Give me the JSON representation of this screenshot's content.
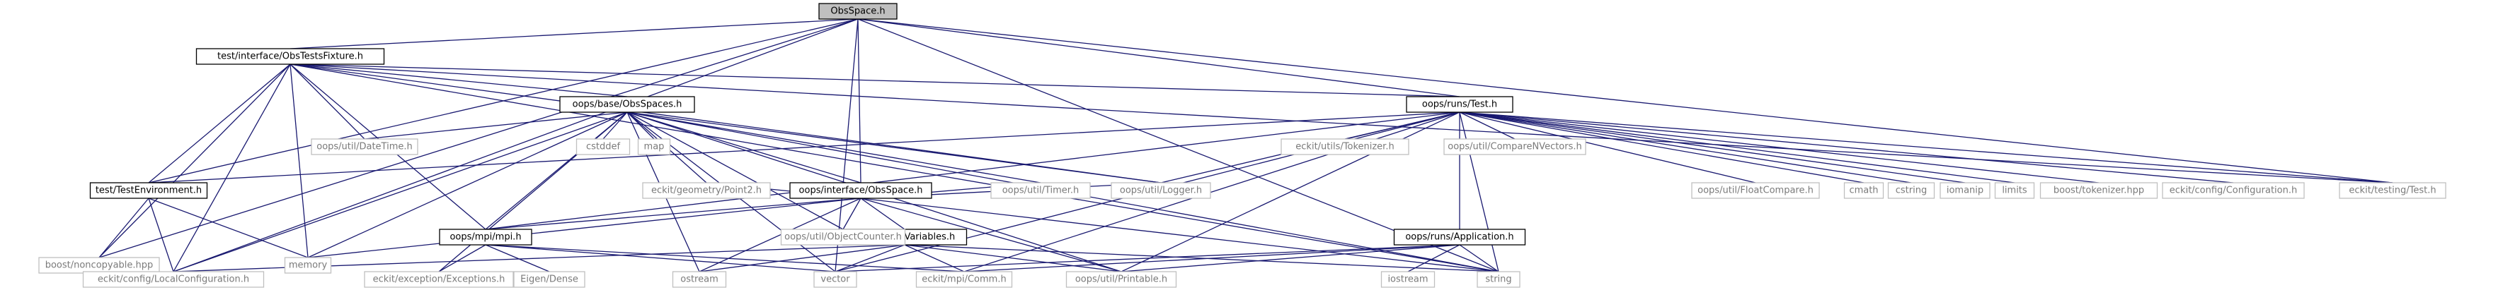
{
  "diagram": {
    "nodes": [
      {
        "id": "obsspace_h",
        "label": "ObsSpace.h",
        "kind": "root"
      },
      {
        "id": "obstestsfixture",
        "label": "test/interface/ObsTestsFixture.h",
        "kind": "internal"
      },
      {
        "id": "runs_test",
        "label": "oops/runs/Test.h",
        "kind": "internal"
      },
      {
        "id": "base_obsspaces",
        "label": "oops/base/ObsSpaces.h",
        "kind": "internal"
      },
      {
        "id": "testenvironment",
        "label": "test/TestEnvironment.h",
        "kind": "internal"
      },
      {
        "id": "interface_obsspace",
        "label": "oops/interface/ObsSpace.h",
        "kind": "internal"
      },
      {
        "id": "mpi_h",
        "label": "oops/mpi/mpi.h",
        "kind": "internal"
      },
      {
        "id": "variables_h",
        "label": "oops/base/Variables.h",
        "kind": "internal"
      },
      {
        "id": "application_h",
        "label": "oops/runs/Application.h",
        "kind": "internal"
      },
      {
        "id": "boost_noncopyable",
        "label": "boost/noncopyable.hpp",
        "kind": "leaf"
      },
      {
        "id": "memory",
        "label": "memory",
        "kind": "leaf"
      },
      {
        "id": "localconfiguration",
        "label": "eckit/config/LocalConfiguration.h",
        "kind": "leaf"
      },
      {
        "id": "datetime",
        "label": "oops/util/DateTime.h",
        "kind": "leaf"
      },
      {
        "id": "cstddef",
        "label": "cstddef",
        "kind": "leaf"
      },
      {
        "id": "map",
        "label": "map",
        "kind": "leaf"
      },
      {
        "id": "exceptions",
        "label": "eckit/exception/Exceptions.h",
        "kind": "leaf"
      },
      {
        "id": "point2",
        "label": "eckit/geometry/Point2.h",
        "kind": "leaf"
      },
      {
        "id": "objectcounter",
        "label": "oops/util/ObjectCounter.h",
        "kind": "leaf"
      },
      {
        "id": "timer",
        "label": "oops/util/Timer.h",
        "kind": "leaf"
      },
      {
        "id": "logger",
        "label": "oops/util/Logger.h",
        "kind": "leaf"
      },
      {
        "id": "eigen_dense",
        "label": "Eigen/Dense",
        "kind": "leaf"
      },
      {
        "id": "ostream",
        "label": "ostream",
        "kind": "leaf"
      },
      {
        "id": "vector",
        "label": "vector",
        "kind": "leaf"
      },
      {
        "id": "mpi_comm",
        "label": "eckit/mpi/Comm.h",
        "kind": "leaf"
      },
      {
        "id": "printable",
        "label": "oops/util/Printable.h",
        "kind": "leaf"
      },
      {
        "id": "string",
        "label": "string",
        "kind": "leaf"
      },
      {
        "id": "iostream",
        "label": "iostream",
        "kind": "leaf"
      },
      {
        "id": "tokenizer_h",
        "label": "eckit/utils/Tokenizer.h",
        "kind": "leaf"
      },
      {
        "id": "comparenvectors",
        "label": "oops/util/CompareNVectors.h",
        "kind": "leaf"
      },
      {
        "id": "floatcompare",
        "label": "oops/util/FloatCompare.h",
        "kind": "leaf"
      },
      {
        "id": "cmath",
        "label": "cmath",
        "kind": "leaf"
      },
      {
        "id": "cstring",
        "label": "cstring",
        "kind": "leaf"
      },
      {
        "id": "iomanip",
        "label": "iomanip",
        "kind": "leaf"
      },
      {
        "id": "limits",
        "label": "limits",
        "kind": "leaf"
      },
      {
        "id": "boost_tokenizer",
        "label": "boost/tokenizer.hpp",
        "kind": "leaf"
      },
      {
        "id": "eckit_configuration",
        "label": "eckit/config/Configuration.h",
        "kind": "leaf"
      },
      {
        "id": "eckit_testing",
        "label": "eckit/testing/Test.h",
        "kind": "leaf"
      }
    ],
    "edges": [
      [
        "obsspace_h",
        "obstestsfixture"
      ],
      [
        "obsspace_h",
        "runs_test"
      ],
      [
        "obsspace_h",
        "testenvironment"
      ],
      [
        "obsspace_h",
        "interface_obsspace"
      ],
      [
        "obsspace_h",
        "boost_noncopyable"
      ],
      [
        "obsspace_h",
        "localconfiguration"
      ],
      [
        "obsspace_h",
        "vector"
      ],
      [
        "obsspace_h",
        "string"
      ],
      [
        "obsspace_h",
        "eckit_testing"
      ],
      [
        "obstestsfixture",
        "runs_test"
      ],
      [
        "obstestsfixture",
        "base_obsspaces"
      ],
      [
        "obstestsfixture",
        "testenvironment"
      ],
      [
        "obstestsfixture",
        "boost_noncopyable"
      ],
      [
        "obstestsfixture",
        "memory"
      ],
      [
        "obstestsfixture",
        "localconfiguration"
      ],
      [
        "obstestsfixture",
        "datetime"
      ],
      [
        "obstestsfixture",
        "mpi_h"
      ],
      [
        "obstestsfixture",
        "logger"
      ],
      [
        "obstestsfixture",
        "string"
      ],
      [
        "obstestsfixture",
        "eckit_testing"
      ],
      [
        "base_obsspaces",
        "interface_obsspace"
      ],
      [
        "base_obsspaces",
        "mpi_h"
      ],
      [
        "base_obsspaces",
        "memory"
      ],
      [
        "base_obsspaces",
        "datetime"
      ],
      [
        "base_obsspaces",
        "cstddef"
      ],
      [
        "base_obsspaces",
        "map"
      ],
      [
        "base_obsspaces",
        "exceptions"
      ],
      [
        "base_obsspaces",
        "point2"
      ],
      [
        "base_obsspaces",
        "objectcounter"
      ],
      [
        "base_obsspaces",
        "timer"
      ],
      [
        "base_obsspaces",
        "logger"
      ],
      [
        "base_obsspaces",
        "printable"
      ],
      [
        "base_obsspaces",
        "ostream"
      ],
      [
        "base_obsspaces",
        "localconfiguration"
      ],
      [
        "base_obsspaces",
        "string"
      ],
      [
        "base_obsspaces",
        "vector"
      ],
      [
        "testenvironment",
        "boost_noncopyable"
      ],
      [
        "testenvironment",
        "memory"
      ],
      [
        "testenvironment",
        "localconfiguration"
      ],
      [
        "interface_obsspace",
        "mpi_h"
      ],
      [
        "interface_obsspace",
        "variables_h"
      ],
      [
        "interface_obsspace",
        "memory"
      ],
      [
        "interface_obsspace",
        "point2"
      ],
      [
        "interface_obsspace",
        "objectcounter"
      ],
      [
        "interface_obsspace",
        "timer"
      ],
      [
        "interface_obsspace",
        "logger"
      ],
      [
        "interface_obsspace",
        "printable"
      ],
      [
        "interface_obsspace",
        "ostream"
      ],
      [
        "interface_obsspace",
        "string"
      ],
      [
        "mpi_h",
        "exceptions"
      ],
      [
        "mpi_h",
        "eigen_dense"
      ],
      [
        "mpi_h",
        "vector"
      ],
      [
        "mpi_h",
        "mpi_comm"
      ],
      [
        "variables_h",
        "localconfiguration"
      ],
      [
        "variables_h",
        "ostream"
      ],
      [
        "variables_h",
        "vector"
      ],
      [
        "variables_h",
        "mpi_comm"
      ],
      [
        "variables_h",
        "printable"
      ],
      [
        "variables_h",
        "string"
      ],
      [
        "runs_test",
        "testenvironment"
      ],
      [
        "runs_test",
        "mpi_h"
      ],
      [
        "runs_test",
        "tokenizer_h"
      ],
      [
        "runs_test",
        "comparenvectors"
      ],
      [
        "runs_test",
        "floatcompare"
      ],
      [
        "runs_test",
        "cmath"
      ],
      [
        "runs_test",
        "cstring"
      ],
      [
        "runs_test",
        "iomanip"
      ],
      [
        "runs_test",
        "limits"
      ],
      [
        "runs_test",
        "boost_tokenizer"
      ],
      [
        "runs_test",
        "eckit_configuration"
      ],
      [
        "runs_test",
        "eckit_testing"
      ],
      [
        "runs_test",
        "application_h"
      ],
      [
        "runs_test",
        "logger"
      ],
      [
        "runs_test",
        "printable"
      ],
      [
        "runs_test",
        "string"
      ],
      [
        "runs_test",
        "vector"
      ],
      [
        "runs_test",
        "mpi_comm"
      ],
      [
        "application_h",
        "iostream"
      ],
      [
        "application_h",
        "string"
      ],
      [
        "application_h",
        "vector"
      ],
      [
        "application_h",
        "printable"
      ],
      [
        "application_h",
        "mpi_comm"
      ]
    ]
  }
}
